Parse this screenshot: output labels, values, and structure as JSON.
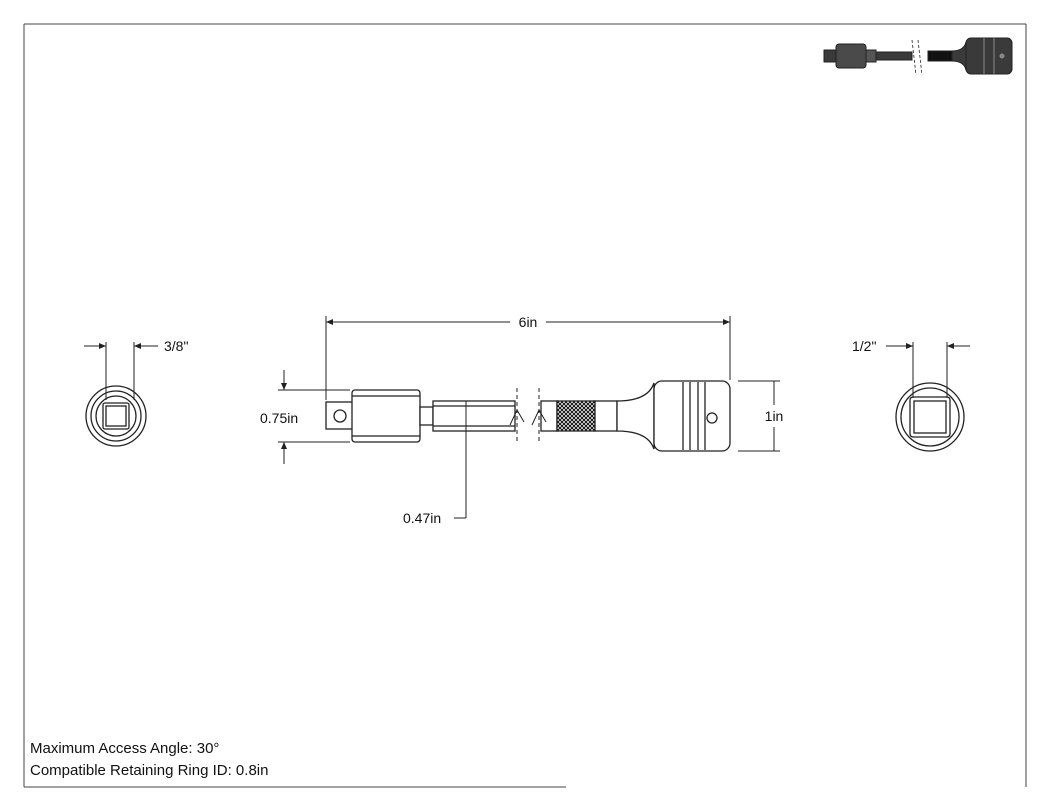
{
  "dimensions": {
    "left_drive_size": "3/8\"",
    "overall_length": "6in",
    "collar_diameter": "0.75in",
    "shaft_diameter": "0.47in",
    "socket_diameter": "1in",
    "right_drive_size": "1/2\""
  },
  "notes": {
    "max_access_angle": "Maximum Access Angle: 30°",
    "retaining_ring": "Compatible Retaining Ring ID: 0.8in"
  },
  "colors": {
    "line": "#222222",
    "part_fill": "#ffffff",
    "thumbnail_fill": "#3a3a3a",
    "knurl_fill": "#111111"
  }
}
